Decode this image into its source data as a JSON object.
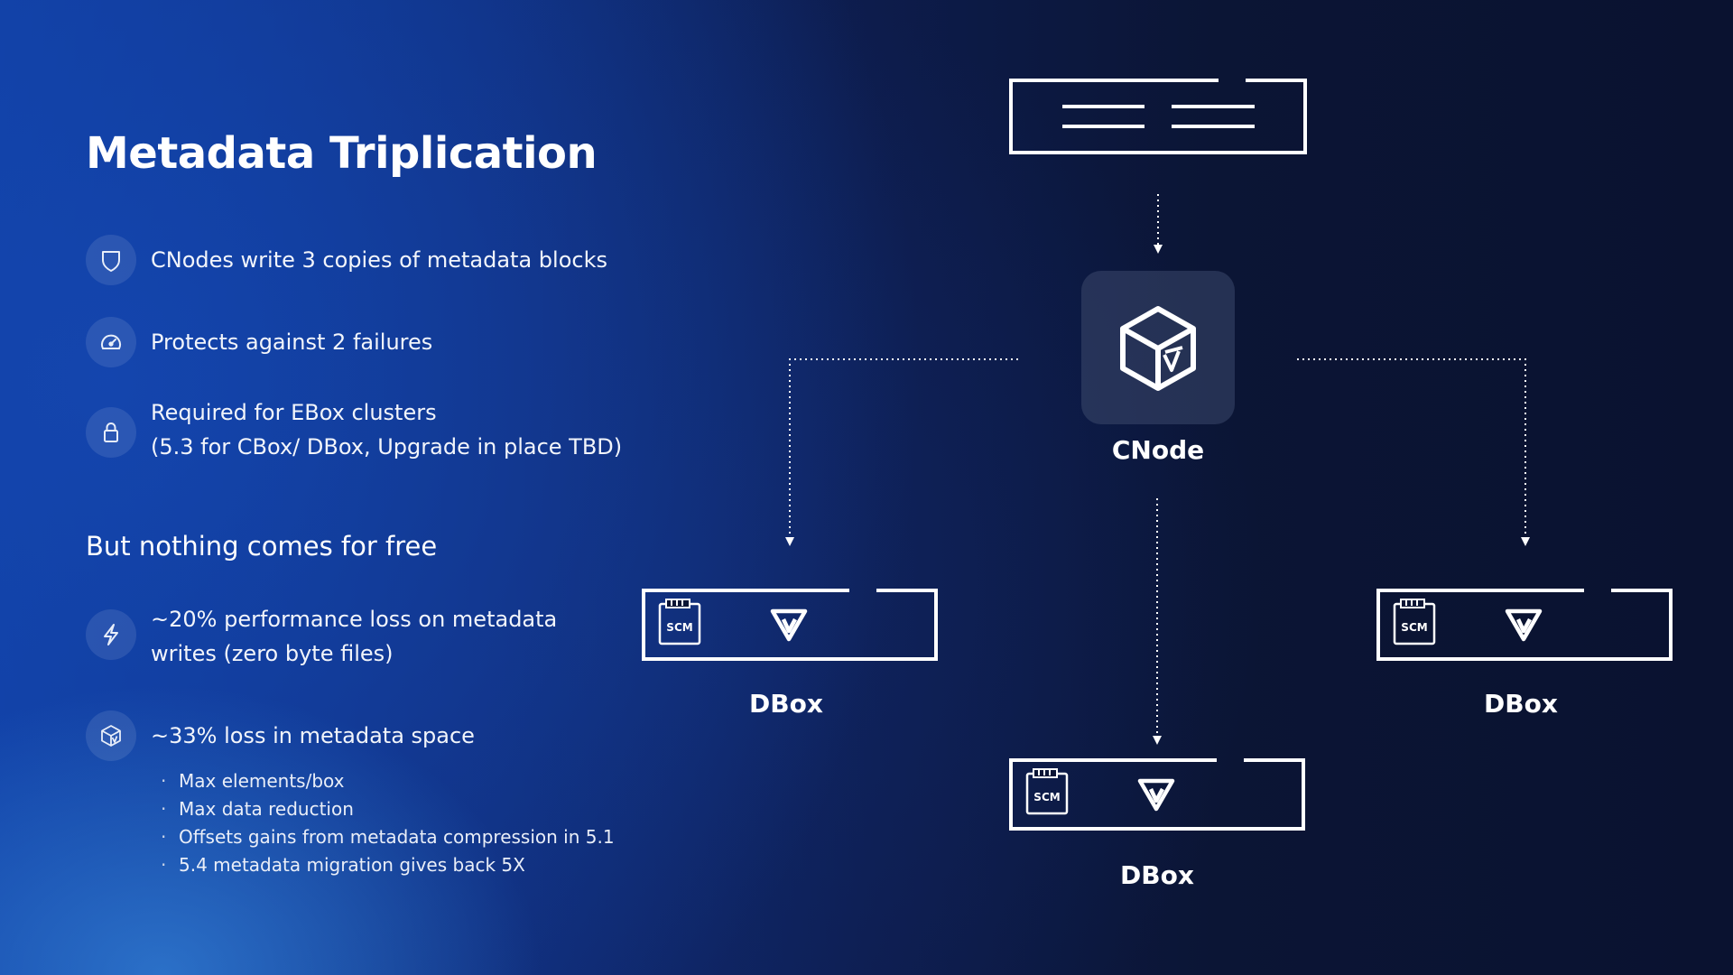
{
  "title": "Metadata Triplication",
  "bullets": [
    {
      "icon": "shield-icon",
      "lines": [
        "CNodes write 3 copies of metadata blocks"
      ]
    },
    {
      "icon": "gauge-icon",
      "lines": [
        "Protects against 2 failures"
      ]
    },
    {
      "icon": "lock-icon",
      "lines": [
        "Required for EBox clusters",
        "(5.3 for CBox/ DBox, Upgrade in place TBD)"
      ]
    }
  ],
  "subtitle": "But nothing comes for free",
  "costs": [
    {
      "icon": "lightning-icon",
      "lines": [
        "~20% performance loss on metadata",
        "writes (zero byte files)"
      ]
    },
    {
      "icon": "cube-icon",
      "lines": [
        "~33% loss in metadata space"
      ]
    }
  ],
  "sub_items": [
    "Max elements/box",
    "Max data reduction",
    "Offsets gains from metadata compression in 5.1",
    "5.4 metadata migration gives back 5X"
  ],
  "diagram": {
    "cnode_label": "CNode",
    "dbox_label": "DBox",
    "scm_label": "SCM",
    "dboxes": [
      {
        "label": "DBox"
      },
      {
        "label": "DBox"
      },
      {
        "label": "DBox"
      }
    ]
  },
  "colors": {
    "line": "#ffffff",
    "icon_stroke": "#e8eef9"
  }
}
